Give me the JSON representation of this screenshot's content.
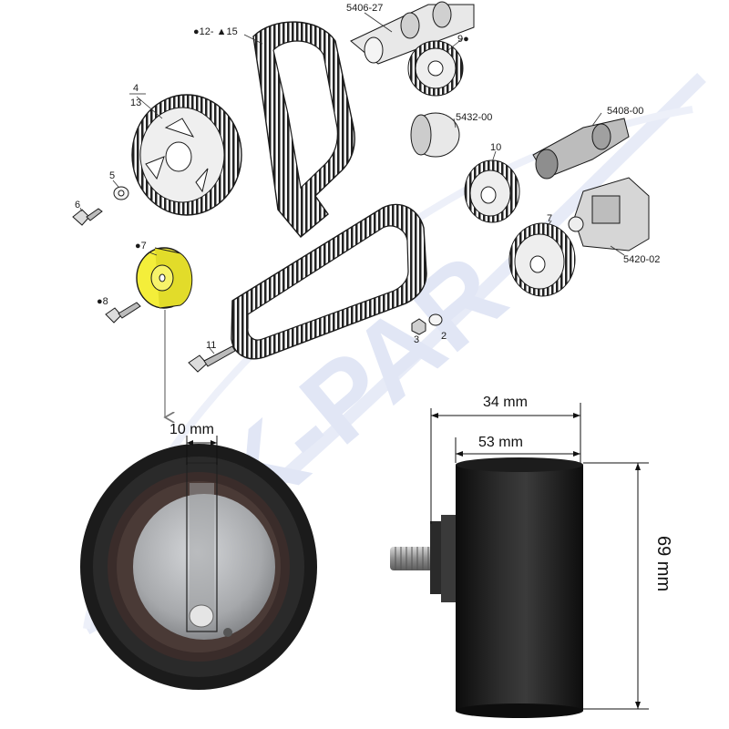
{
  "watermark": {
    "text": "GNK-PAR",
    "color": "#c9d3ee"
  },
  "callouts": {
    "c12_15": "●12- ▲15",
    "c5406": "5406-27",
    "c9": "9●",
    "c4": "4",
    "c13": "13",
    "c5432": "5432-00",
    "c5408": "5408-00",
    "c10": "10",
    "c5": "5",
    "c6": "6",
    "c7top": "●7",
    "c8": "●8",
    "c7b": "7",
    "c5420": "5420-02",
    "c11": "11",
    "c3": "3",
    "c2": "2"
  },
  "dimensions": {
    "slot": "10 mm",
    "width_inner": "34  mm",
    "width_outer": "53 mm",
    "diameter": "69 mm"
  },
  "colors": {
    "highlight": "#f4ee3a",
    "pointer": "#9a9a6a",
    "rubber": "#1c1c1c",
    "metal": "#a8aaad"
  }
}
